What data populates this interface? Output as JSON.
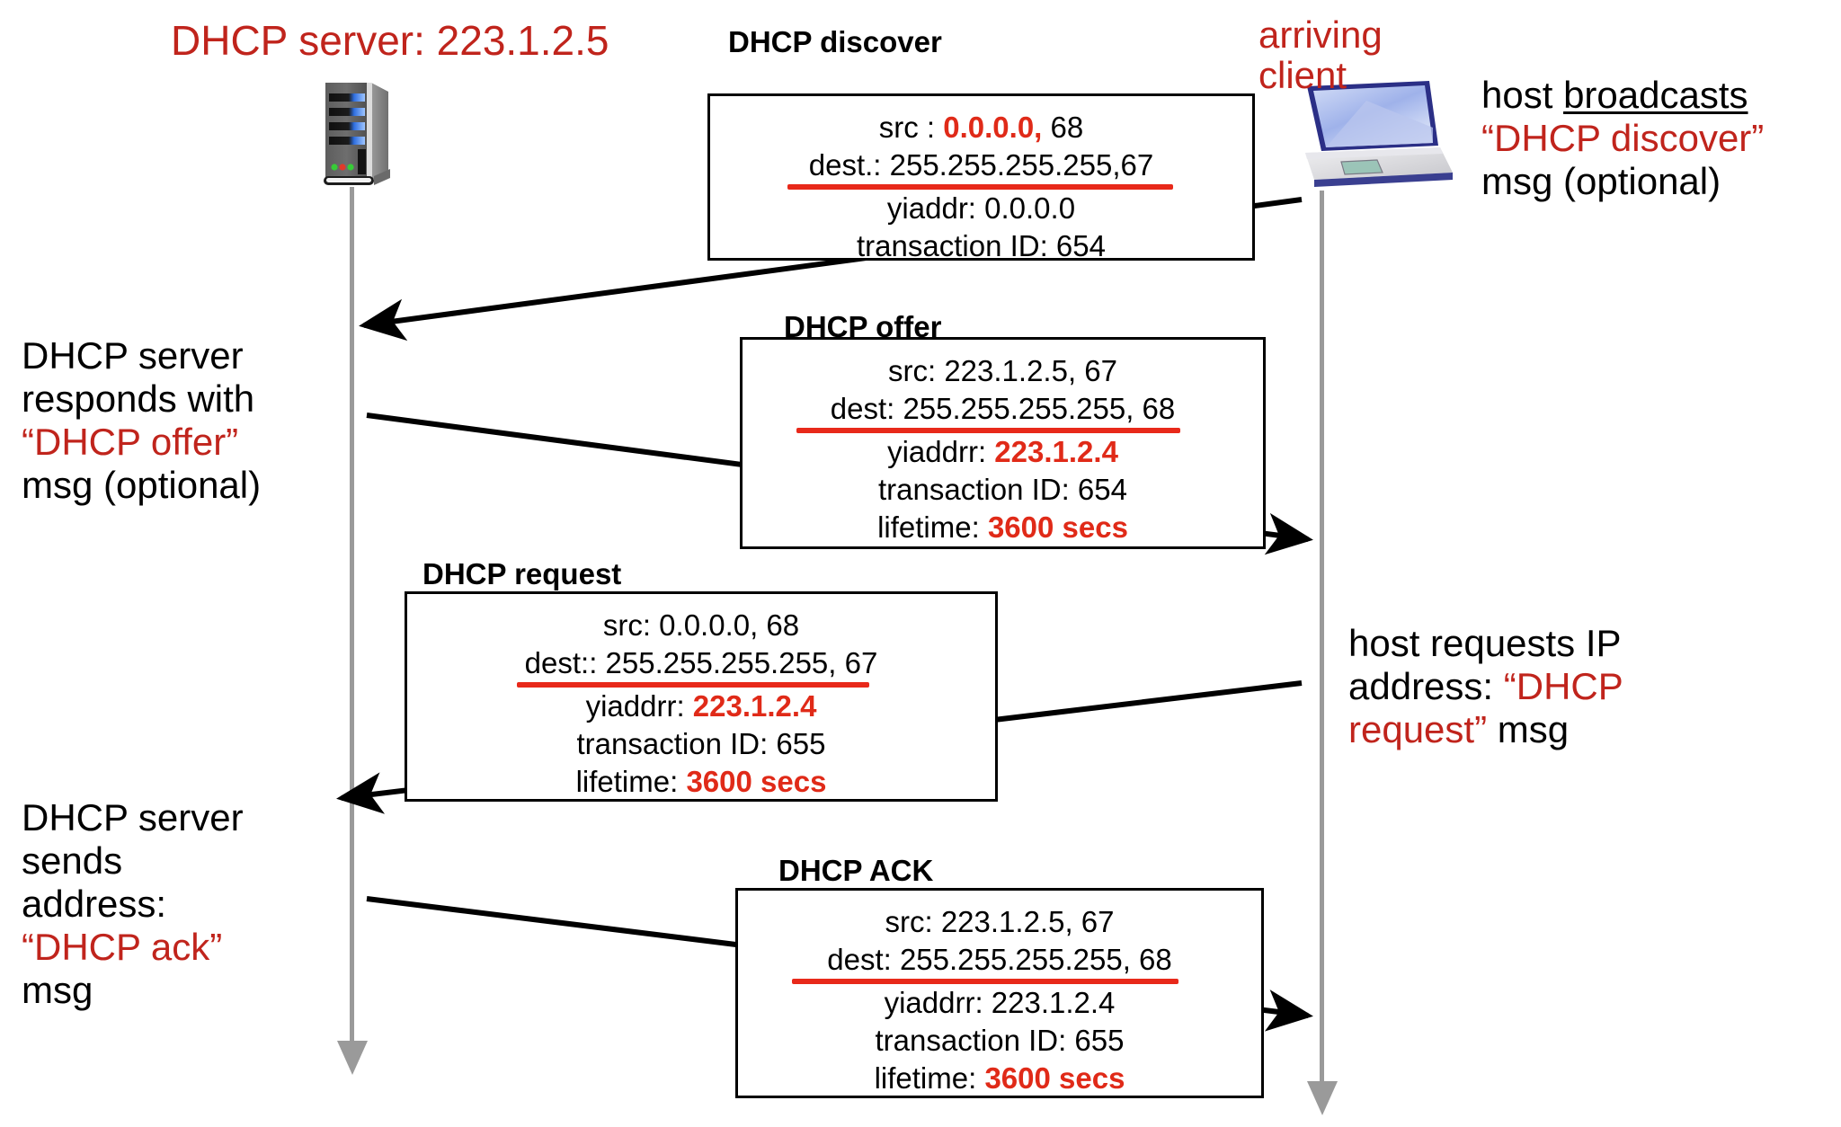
{
  "diagram": {
    "title": "DHCP client-server scenario",
    "server_label": "DHCP server: 223.1.2.5",
    "client_label_line1": "arriving",
    "client_label_line2": "client",
    "accent_red": "#C0241C",
    "value_red": "#E02A18",
    "lifeline_color": "#9A9A9A"
  },
  "messages": [
    {
      "title": "DHCP discover",
      "lines": [
        {
          "label": "src :",
          "value": "0.0.0.0,",
          "tail": " 68",
          "value_style": "red-bold"
        },
        {
          "label": "dest.:",
          "value": "255.255.255.255,67",
          "tail": "",
          "value_style": "black",
          "underline": "red"
        },
        {
          "label": "yiaddr:",
          "value": "0.0.0.0",
          "tail": "",
          "value_style": "black"
        },
        {
          "label": "transaction ID:",
          "value": "654",
          "tail": "",
          "value_style": "black"
        }
      ]
    },
    {
      "title": "DHCP offer",
      "lines": [
        {
          "label": "src:",
          "value": "223.1.2.5, 67",
          "tail": "",
          "value_style": "black"
        },
        {
          "label": "dest:",
          "value": "255.255.255.255",
          "tail": ", 68",
          "value_style": "black",
          "underline": "red"
        },
        {
          "label": "yiaddrr:",
          "value": "223.1.2.4",
          "tail": "",
          "value_style": "red-bold"
        },
        {
          "label": "transaction ID:",
          "value": "654",
          "tail": "",
          "value_style": "black"
        },
        {
          "label": "lifetime:",
          "value": "3600 secs",
          "tail": "",
          "value_style": "red-bold"
        }
      ]
    },
    {
      "title": "DHCP request",
      "lines": [
        {
          "label": "src:",
          "value": "0.0.0.0, 68",
          "tail": "",
          "value_style": "black"
        },
        {
          "label": "dest::",
          "value": "255.255.255.255",
          "tail": ", 67",
          "value_style": "black",
          "underline": "red"
        },
        {
          "label": "yiaddrr:",
          "value": "223.1.2.4",
          "tail": "",
          "value_style": "red-bold"
        },
        {
          "label": "transaction ID:",
          "value": "655",
          "tail": "",
          "value_style": "black"
        },
        {
          "label": "lifetime:",
          "value": "3600 secs",
          "tail": "",
          "value_style": "red-bold"
        }
      ]
    },
    {
      "title": "DHCP ACK",
      "lines": [
        {
          "label": "src:",
          "value": "223.1.2.5, 67",
          "tail": "",
          "value_style": "black"
        },
        {
          "label": "dest:",
          "value": "255.255.255.255",
          "tail": ", 68",
          "value_style": "black",
          "underline": "red"
        },
        {
          "label": "yiaddrr:",
          "value": "223.1.2.4",
          "tail": "",
          "value_style": "black"
        },
        {
          "label": "transaction ID:",
          "value": "655",
          "tail": "",
          "value_style": "black"
        },
        {
          "label": "lifetime:",
          "value": "3600 secs",
          "tail": "",
          "value_style": "red-bold"
        }
      ]
    }
  ],
  "box_text": {
    "discover": {
      "l1_a": "src : ",
      "l1_b": "0.0.0.0,",
      "l1_c": " 68",
      "l2_a": "dest.: ",
      "l2_b": "255.255.255.255,67",
      "l3": "yiaddr:    0.0.0.0",
      "l4": "transaction ID: 654"
    },
    "offer": {
      "l1": "src: 223.1.2.5, 67",
      "l2_a": "dest:  ",
      "l2_b": "255.255.255.255",
      "l2_c": ", 68",
      "l3_a": "yiaddrr: ",
      "l3_b": "223.1.2.4",
      "l4": "transaction ID: 654",
      "l5_a": "lifetime: ",
      "l5_b": "3600 secs"
    },
    "request": {
      "l1": "src:  0.0.0.0, 68",
      "l2_a": "dest::  ",
      "l2_b": "255.255.255.255",
      "l2_c": ", 67",
      "l3_a": "yiaddrr: ",
      "l3_b": "223.1.2.4",
      "l4": "transaction ID: 655",
      "l5_a": "lifetime: ",
      "l5_b": "3600 secs"
    },
    "ack": {
      "l1": "src: 223.1.2.5, 67",
      "l2_a": "dest:  ",
      "l2_b": "255.255.255.255",
      "l2_c": ", 68",
      "l3": "yiaddrr: 223.1.2.4",
      "l4": "transaction ID: 655",
      "l5_a": "lifetime: ",
      "l5_b": "3600 secs"
    }
  },
  "notes": {
    "left_offer": {
      "line1": "DHCP server",
      "line2": "responds with",
      "line3": "“DHCP offer”",
      "line4": "msg (optional)"
    },
    "left_ack": {
      "line1": "DHCP server",
      "line2": "sends",
      "line3": "address:",
      "line4": "“DHCP ack”",
      "line5": "msg"
    },
    "right_discover": {
      "line1_a": "host ",
      "line1_b": "broadcasts",
      "line2": "“DHCP discover”",
      "line3": "msg (optional)"
    },
    "right_request": {
      "line1": "host requests IP",
      "line2_a": "address: ",
      "line2_b": "“DHCP",
      "line3_a": "request”",
      "line3_b": " msg"
    }
  }
}
